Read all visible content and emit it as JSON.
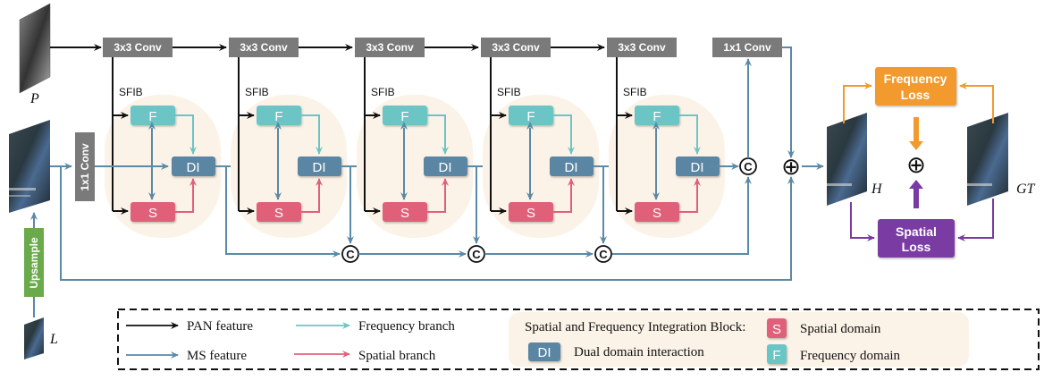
{
  "inputs": {
    "pan_label": "P",
    "ms_label": "L",
    "output_label": "H",
    "gt_label": "GT"
  },
  "ops": {
    "conv3": "3x3 Conv",
    "conv1": "1x1 Conv",
    "upsample": "Upsample",
    "concat_symbol": "C",
    "add_symbol": "⊕"
  },
  "sfib": {
    "label": "SFIB",
    "count": 5,
    "f_label": "F",
    "s_label": "S",
    "di_label": "DI"
  },
  "losses": {
    "frequency": [
      "Frequency",
      "Loss"
    ],
    "spatial": [
      "Spatial",
      "Loss"
    ]
  },
  "legend": {
    "pan_feature": "PAN feature",
    "ms_feature": "MS feature",
    "frequency_branch": "Frequency branch",
    "spatial_branch": "Spatial branch",
    "block_title": "Spatial and Frequency Integration Block:",
    "di_desc": "Dual domain interaction",
    "s_desc": "Spatial domain",
    "f_desc": "Frequency domain"
  },
  "colors": {
    "pan": "#111111",
    "ms": "#5b8aa6",
    "freq": "#6cc5c5",
    "spatial": "#e0607a",
    "conv": "#7a7a7a",
    "upsample": "#6aaa4a",
    "sfib_bg": "#fcf3e8",
    "di": "#5a86a3",
    "freq_loss": "#f29a2e",
    "spatial_loss": "#7a3aa3"
  }
}
